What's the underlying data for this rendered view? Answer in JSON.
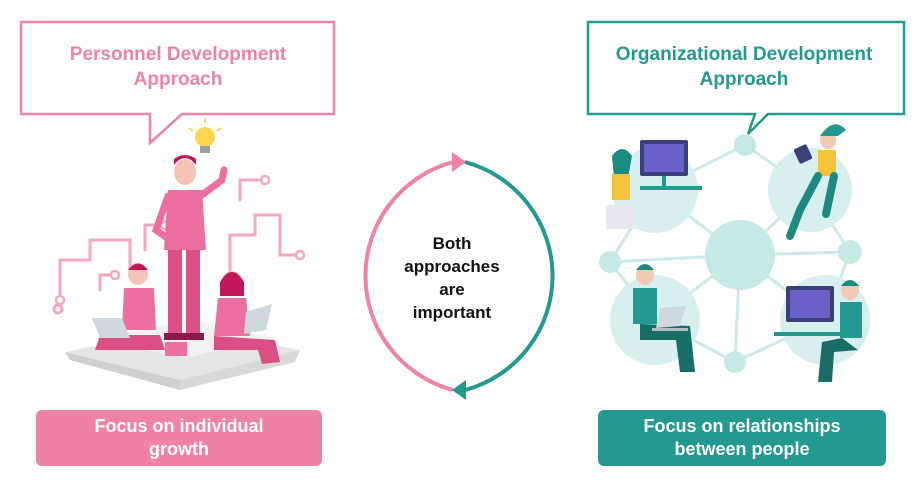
{
  "left_panel": {
    "callout_lines": [
      "Personnel Development",
      "Approach"
    ],
    "focus_lines": [
      "Focus on individual",
      "growth"
    ],
    "color": "#ee82a9"
  },
  "right_panel": {
    "callout_lines": [
      "Organizational Development",
      "Approach"
    ],
    "focus_lines": [
      "Focus on relationships",
      "between people"
    ],
    "color": "#23998f"
  },
  "center": {
    "lines": [
      "Both",
      "approaches",
      "are",
      "important"
    ]
  },
  "illustrations": {
    "left": "people-growing-icon",
    "right": "connected-network-icon",
    "bulb": "lightbulb-icon"
  }
}
